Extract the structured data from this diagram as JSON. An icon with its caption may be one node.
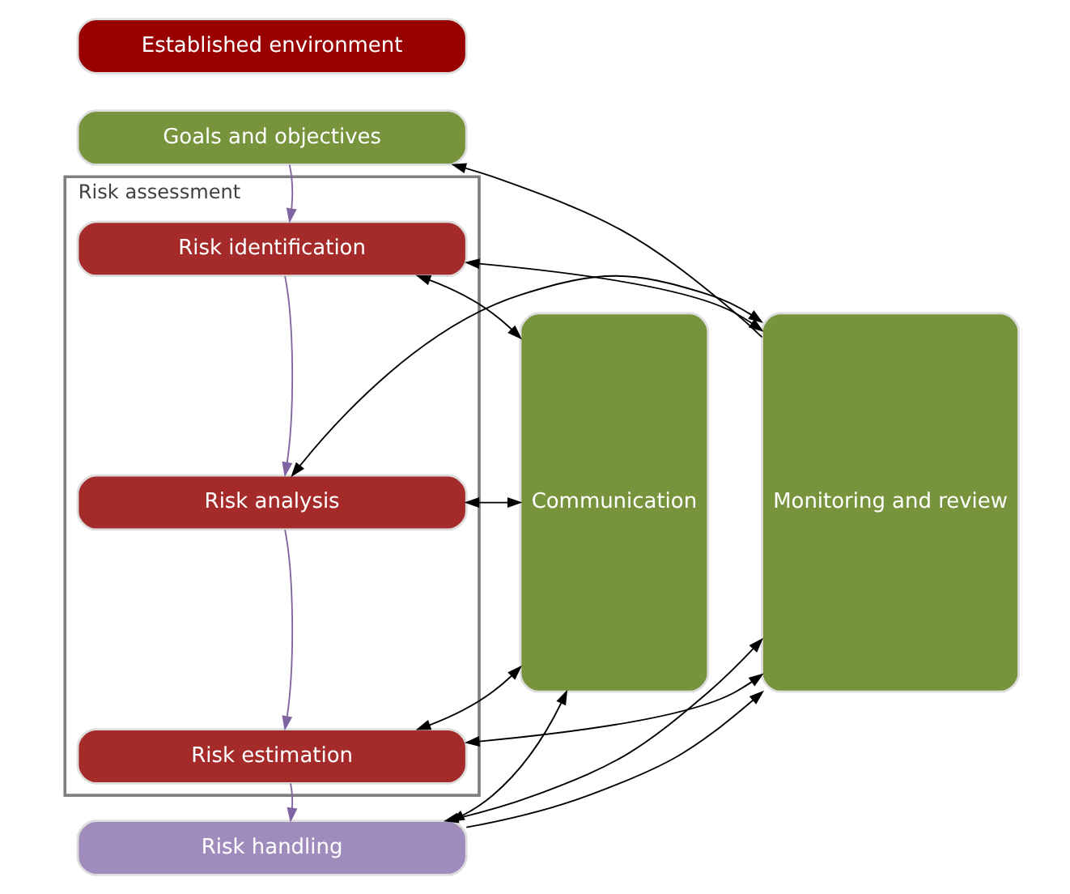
{
  "diagram": {
    "nodes": [
      {
        "text": [
          "Established environment"
        ]
      },
      {
        "text": [
          "Goals and objectives"
        ]
      },
      {
        "text": [
          "Communication"
        ]
      },
      {
        "text": [
          "Risk assessment"
        ]
      },
      {
        "text": [
          "Risk identification"
        ],
        "in": 3
      },
      {
        "text": [
          "Risk analysis"
        ],
        "in": 3
      },
      {
        "text": [
          "Risk estimation"
        ],
        "in": 3
      },
      {
        "text": [
          "Risk handling"
        ]
      },
      {
        "text": [
          "Monitoring and review"
        ]
      }
    ],
    "edges": [
      {
        "from": 8,
        "to": 1,
        "arrow": "to"
      },
      {
        "from": 1,
        "to": 4,
        "arrow": "to",
        "color": "#8064a2"
      },
      {
        "from": 4,
        "to": 5,
        "arrow": "to",
        "color": "#8064a2"
      },
      {
        "from": 5,
        "to": 6,
        "arrow": "to",
        "color": "#8064a2"
      },
      {
        "from": 6,
        "to": 7,
        "arrow": "to",
        "color": "#8064a2"
      },
      {
        "from": 2,
        "to": 4,
        "arrow": "both"
      },
      {
        "from": 2,
        "to": 5,
        "arrow": "both"
      },
      {
        "from": 2,
        "to": 6,
        "arrow": "both"
      },
      {
        "from": 2,
        "to": 7,
        "arrow": "both"
      },
      {
        "from": 4,
        "to": 8,
        "arrow": "both"
      },
      {
        "from": 5,
        "to": 8,
        "arrow": "both"
      },
      {
        "from": 6,
        "to": 8,
        "arrow": "both"
      },
      {
        "from": 7,
        "to": 8,
        "arrow": "both"
      },
      {
        "from": 7,
        "to": 8,
        "arrow": "to"
      }
    ]
  }
}
